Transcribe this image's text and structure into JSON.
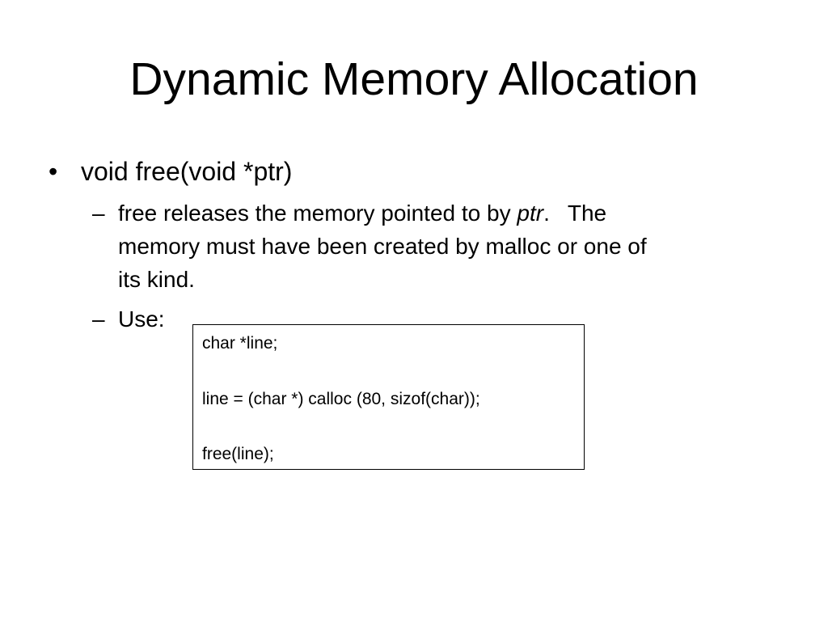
{
  "slide": {
    "title": "Dynamic Memory Allocation",
    "bullet": {
      "marker": "•",
      "text": "void free(void *ptr)"
    },
    "sub_bullets": {
      "marker": "–",
      "first": {
        "line1_before": "free releases the memory pointed to by ",
        "line1_italic": "ptr",
        "line1_after": ".",
        "line1_tail": "The",
        "line2": "memory must have been created by malloc or one of",
        "line3": "its kind."
      },
      "second": {
        "text": "Use:"
      }
    },
    "code_box": {
      "lines": [
        "char *line;",
        "line = (char *) calloc (80, sizof(char));",
        "free(line);"
      ]
    }
  }
}
